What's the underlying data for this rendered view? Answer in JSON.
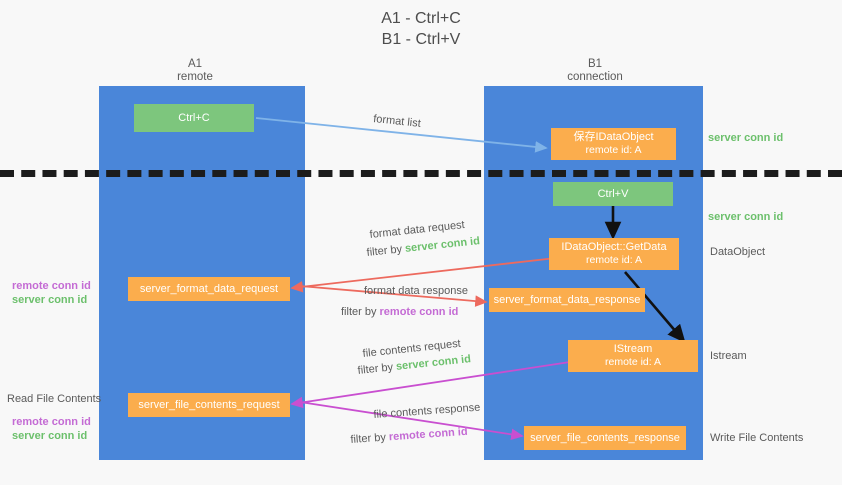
{
  "title": {
    "line1": "A1 - Ctrl+C",
    "line2": "B1 - Ctrl+V"
  },
  "colors": {
    "lane": "#4a86d9",
    "green_box": "#7dc67d",
    "orange_box": "#fbad4d",
    "arrow_format_list": "#7fb3e8",
    "arrow_format_data": "#ed6a5e",
    "arrow_file_contents": "#c94fd0",
    "arrow_internal": "#111111",
    "divider": "#1c1c1c",
    "server_conn_id": "#6cc06c",
    "remote_conn_id": "#c46bd4",
    "text": "#5a5a5a"
  },
  "lanes": [
    {
      "id": "a1",
      "title": "A1",
      "subtitle": "remote"
    },
    {
      "id": "b1",
      "title": "B1",
      "subtitle": "connection"
    }
  ],
  "boxes": [
    {
      "id": "ctrl_c",
      "kind": "green",
      "line1": "Ctrl+C",
      "line2": ""
    },
    {
      "id": "save_idataobject",
      "kind": "orange",
      "line1": "保存IDataObject",
      "line2": "remote id: A"
    },
    {
      "id": "ctrl_v",
      "kind": "green",
      "line1": "Ctrl+V",
      "line2": ""
    },
    {
      "id": "getdata",
      "kind": "orange",
      "line1": "IDataObject::GetData",
      "line2": "remote id: A"
    },
    {
      "id": "server_format_data_request",
      "kind": "orange",
      "line1": "server_format_data_request",
      "line2": ""
    },
    {
      "id": "server_format_data_response",
      "kind": "orange",
      "line1": "server_format_data_response",
      "line2": ""
    },
    {
      "id": "istream",
      "kind": "orange",
      "line1": "IStream",
      "line2": "remote id: A"
    },
    {
      "id": "server_file_contents_request",
      "kind": "orange",
      "line1": "server_file_contents_request",
      "line2": ""
    },
    {
      "id": "server_file_contents_response",
      "kind": "orange",
      "line1": "server_file_contents_response",
      "line2": ""
    }
  ],
  "annotations": {
    "format_list": "format list",
    "format_data_request": "format data request",
    "format_data_request_filter_prefix": "filter by ",
    "format_data_request_filter_value": "server conn id",
    "format_data_response": "format data response",
    "format_data_response_filter_prefix": "filter by ",
    "format_data_response_filter_value": "remote conn id",
    "file_contents_request": "file contents request",
    "file_contents_request_filter_prefix": "filter by ",
    "file_contents_request_filter_value": "server conn id",
    "file_contents_response": "file contents response",
    "file_contents_response_filter_prefix": "filter by ",
    "file_contents_response_filter_value": "remote conn id"
  },
  "side_labels": {
    "right_server_conn_id_top": "server conn id",
    "right_server_conn_id_mid": "server conn id",
    "right_dataobject": "DataObject",
    "right_istream": "Istream",
    "right_write_file_contents": "Write File Contents",
    "left_remote_conn_id_1": "remote conn id",
    "left_server_conn_id_1": "server conn id",
    "left_read_file_contents": "Read File Contents",
    "left_remote_conn_id_2": "remote conn id",
    "left_server_conn_id_2": "server conn id"
  }
}
